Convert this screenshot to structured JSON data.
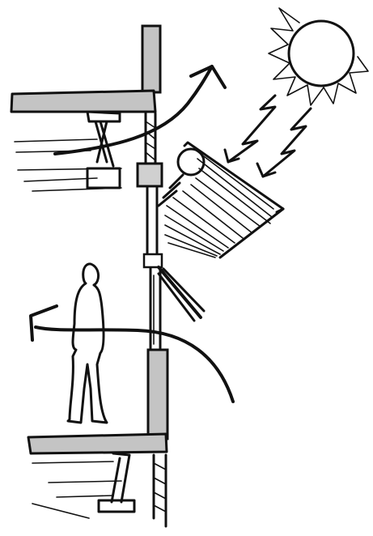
{
  "diagram": {
    "type": "architectural-section-sketch",
    "elements": [
      "sun-icon",
      "sun-rays",
      "facade-wall",
      "upper-floor-slab",
      "middle-floor-slab",
      "lower-floor-slab",
      "retractable-awning",
      "operable-window-sash",
      "ventilation-arrow-upper",
      "ventilation-arrow-lower",
      "person-figure"
    ],
    "colors": {
      "ink": "#111111",
      "slab_fill": "#c4c4c4",
      "paper": "#ffffff"
    }
  }
}
